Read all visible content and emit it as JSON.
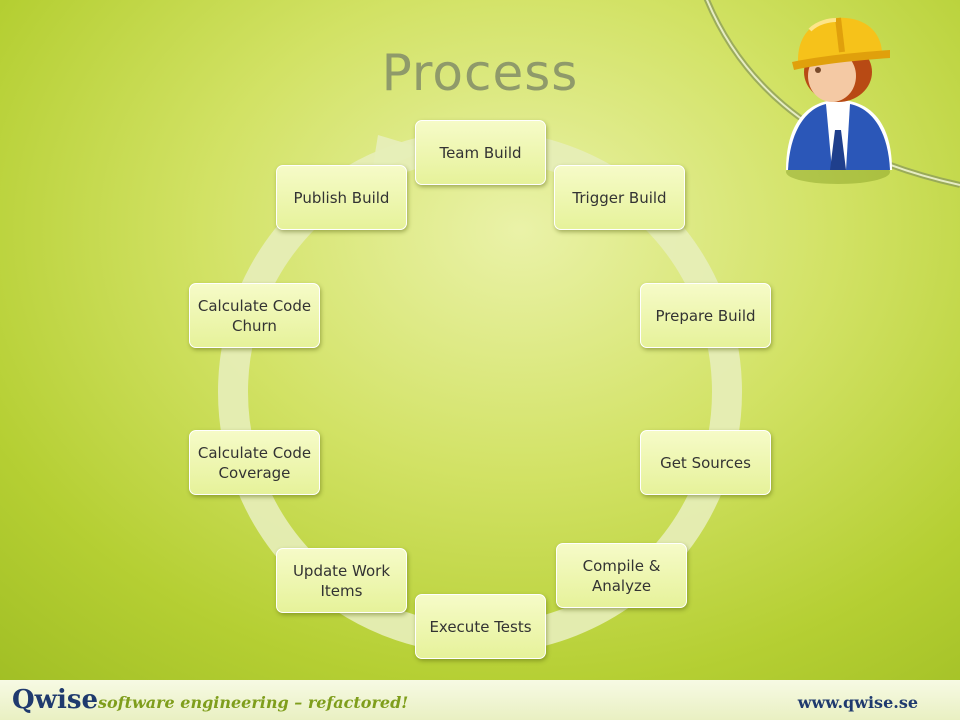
{
  "slide": {
    "title": "Process"
  },
  "diagram": {
    "type": "cycle",
    "steps": [
      {
        "id": "team-build",
        "lines": [
          "Team Build"
        ]
      },
      {
        "id": "trigger-build",
        "lines": [
          "Trigger Build"
        ]
      },
      {
        "id": "prepare-build",
        "lines": [
          "Prepare Build"
        ]
      },
      {
        "id": "get-sources",
        "lines": [
          "Get Sources"
        ]
      },
      {
        "id": "compile-analyze",
        "lines": [
          "Compile &",
          "Analyze"
        ]
      },
      {
        "id": "execute-tests",
        "lines": [
          "Execute Tests"
        ]
      },
      {
        "id": "update-work-items",
        "lines": [
          "Update Work",
          "Items"
        ]
      },
      {
        "id": "calculate-code-coverage",
        "lines": [
          "Calculate Code",
          "Coverage"
        ]
      },
      {
        "id": "calculate-code-churn",
        "lines": [
          "Calculate Code",
          "Churn"
        ]
      },
      {
        "id": "publish-build",
        "lines": [
          "Publish Build"
        ]
      }
    ]
  },
  "footer": {
    "brand": "Qwise",
    "tagline": "software engineering – refactored!",
    "website": "www.qwise.se"
  },
  "colors": {
    "title": "#8f9a6a",
    "brand": "#1f3a6e",
    "tagline": "#7f9e1c",
    "node_fill": "#eef6b0",
    "ring": "#e6eeb8"
  },
  "icons": {
    "worker": "construction-worker-icon"
  }
}
